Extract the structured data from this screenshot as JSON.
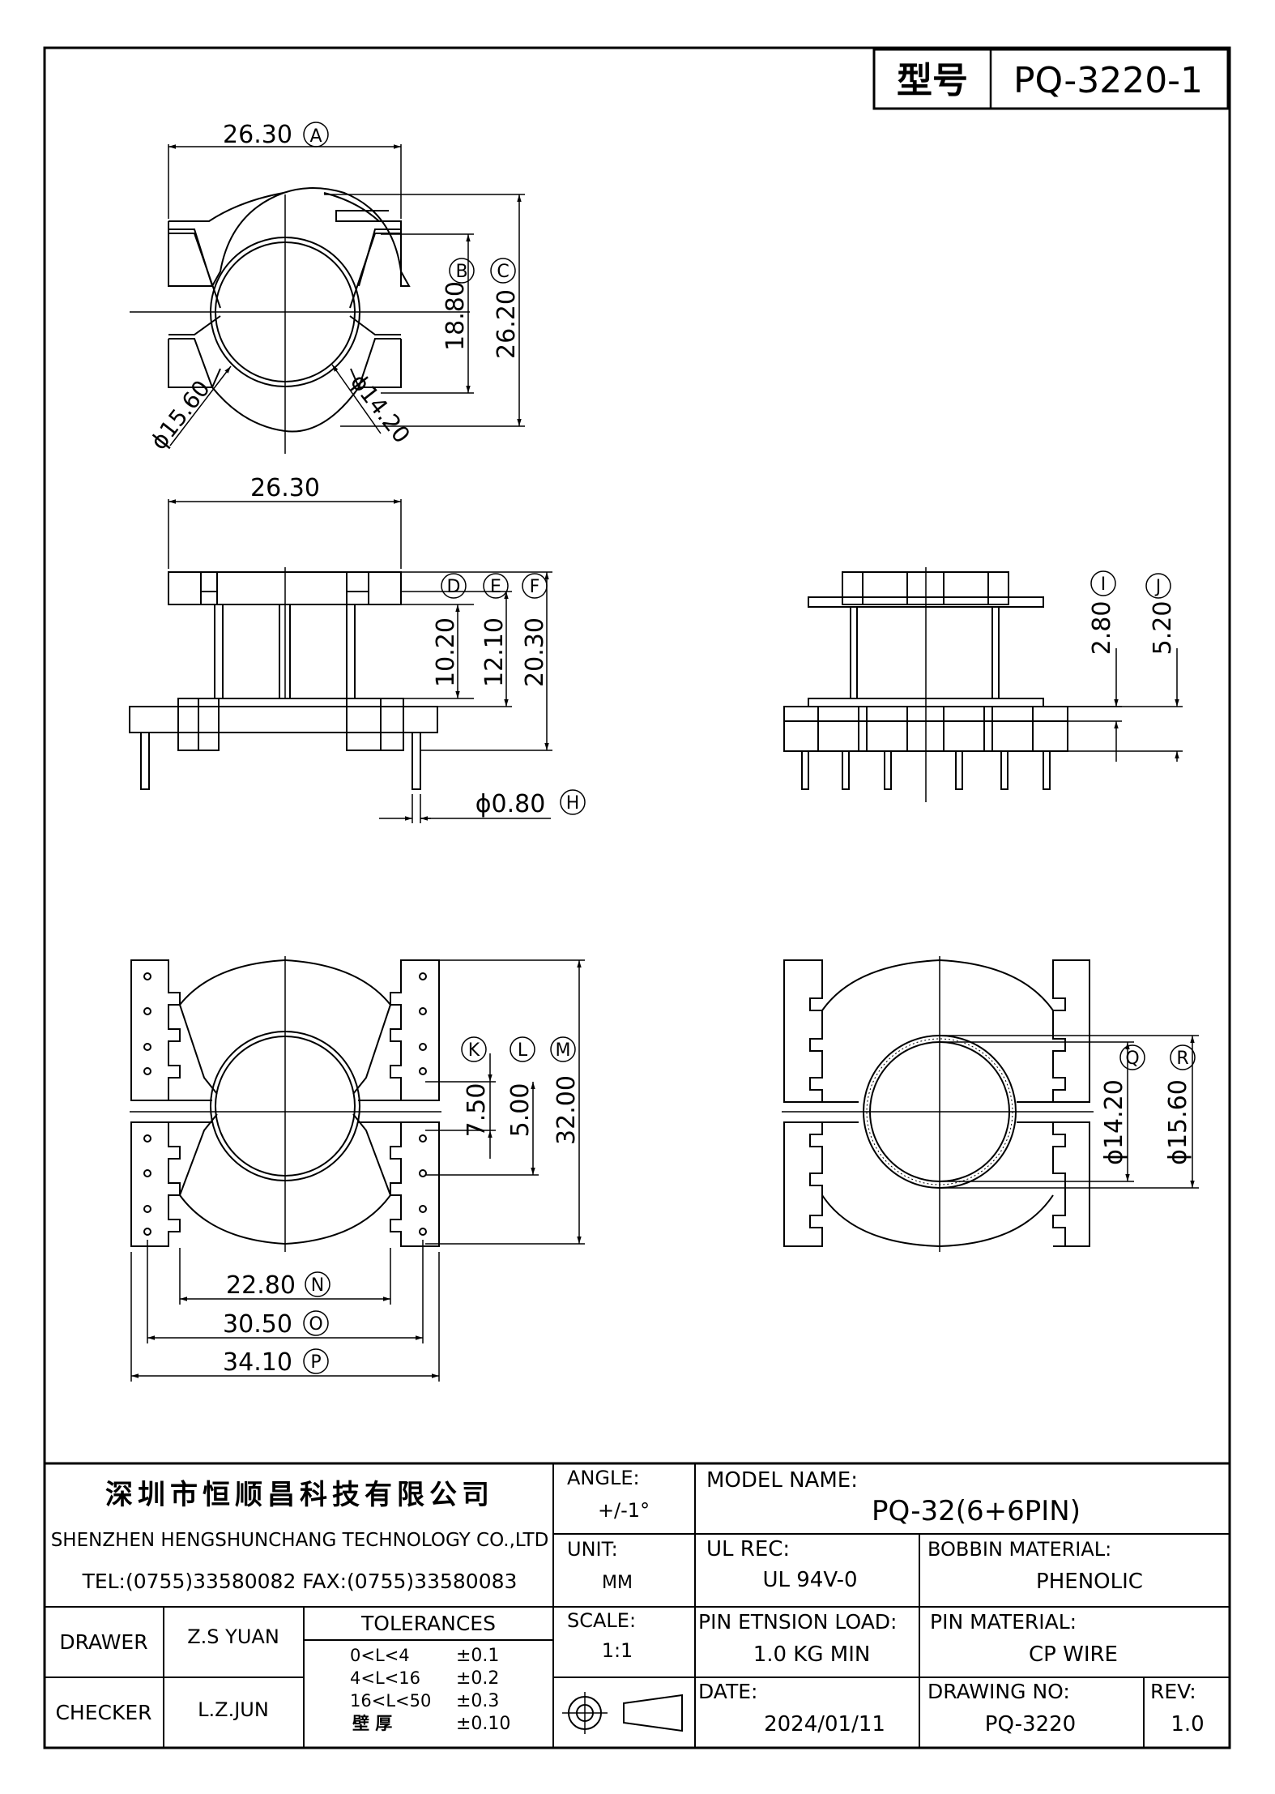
{
  "header": {
    "model_label": "型号",
    "model_value": "PQ-3220-1"
  },
  "top_view": {
    "width_dim": "26.30",
    "width_ref": "A",
    "inner_h_dim": "18.80",
    "inner_h_ref": "B",
    "outer_h_dim": "26.20",
    "outer_h_ref": "C",
    "dia_outer": "ϕ15.60",
    "dia_inner": "ϕ14.20"
  },
  "front_view": {
    "width_dim": "26.30",
    "refs": [
      "D",
      "E",
      "F"
    ],
    "h1": "10.20",
    "h2": "12.10",
    "h3": "20.30",
    "pin_dia": "ϕ0.80",
    "pin_ref": "H"
  },
  "side_view": {
    "refs": [
      "I",
      "J"
    ],
    "h1": "2.80",
    "h2": "5.20"
  },
  "bottom_view": {
    "refs": [
      "K",
      "L",
      "M"
    ],
    "h1": "7.50",
    "h2": "5.00",
    "h3": "32.00",
    "w1": "22.80",
    "w1_ref": "N",
    "w2": "30.50",
    "w2_ref": "O",
    "w3": "34.10",
    "w3_ref": "P"
  },
  "core_view": {
    "refs": [
      "Q",
      "R"
    ],
    "dia_inner": "ϕ14.20",
    "dia_outer": "ϕ15.60"
  },
  "title_block": {
    "company_cn": "深圳市恒顺昌科技有限公司",
    "company_en": "SHENZHEN HENGSHUNCHANG TECHNOLOGY CO.,LTD",
    "contact": "TEL:(0755)33580082  FAX:(0755)33580083",
    "angle_label": "ANGLE:",
    "angle_value": "+/-1°",
    "unit_label": "UNIT:",
    "unit_value": "MM",
    "scale_label": "SCALE:",
    "scale_value": "1:1",
    "model_name_label": "MODEL NAME:",
    "model_name_value": "PQ-32(6+6PIN)",
    "ul_label": "UL REC:",
    "ul_value": "UL 94V-0",
    "bobbin_label": "BOBBIN MATERIAL:",
    "bobbin_value": "PHENOLIC",
    "pin_load_label": "PIN ETNSION LOAD:",
    "pin_load_value": "1.0 KG MIN",
    "pin_material_label": "PIN MATERIAL:",
    "pin_material_value": "CP WIRE",
    "date_label": "DATE:",
    "date_value": "2024/01/11",
    "drawing_no_label": "DRAWING NO:",
    "drawing_no_value": "PQ-3220",
    "rev_label": "REV:",
    "rev_value": "1.0",
    "drawer_label": "DRAWER",
    "drawer_value": "Z.S YUAN",
    "checker_label": "CHECKER",
    "checker_value": "L.Z.JUN",
    "tolerances_label": "TOLERANCES",
    "tolerances": [
      {
        "range": "0<L<4",
        "value": "±0.1"
      },
      {
        "range": "4<L<16",
        "value": "±0.2"
      },
      {
        "range": "16<L<50",
        "value": "±0.3"
      },
      {
        "range": "壁    厚",
        "value": "±0.10"
      }
    ]
  }
}
